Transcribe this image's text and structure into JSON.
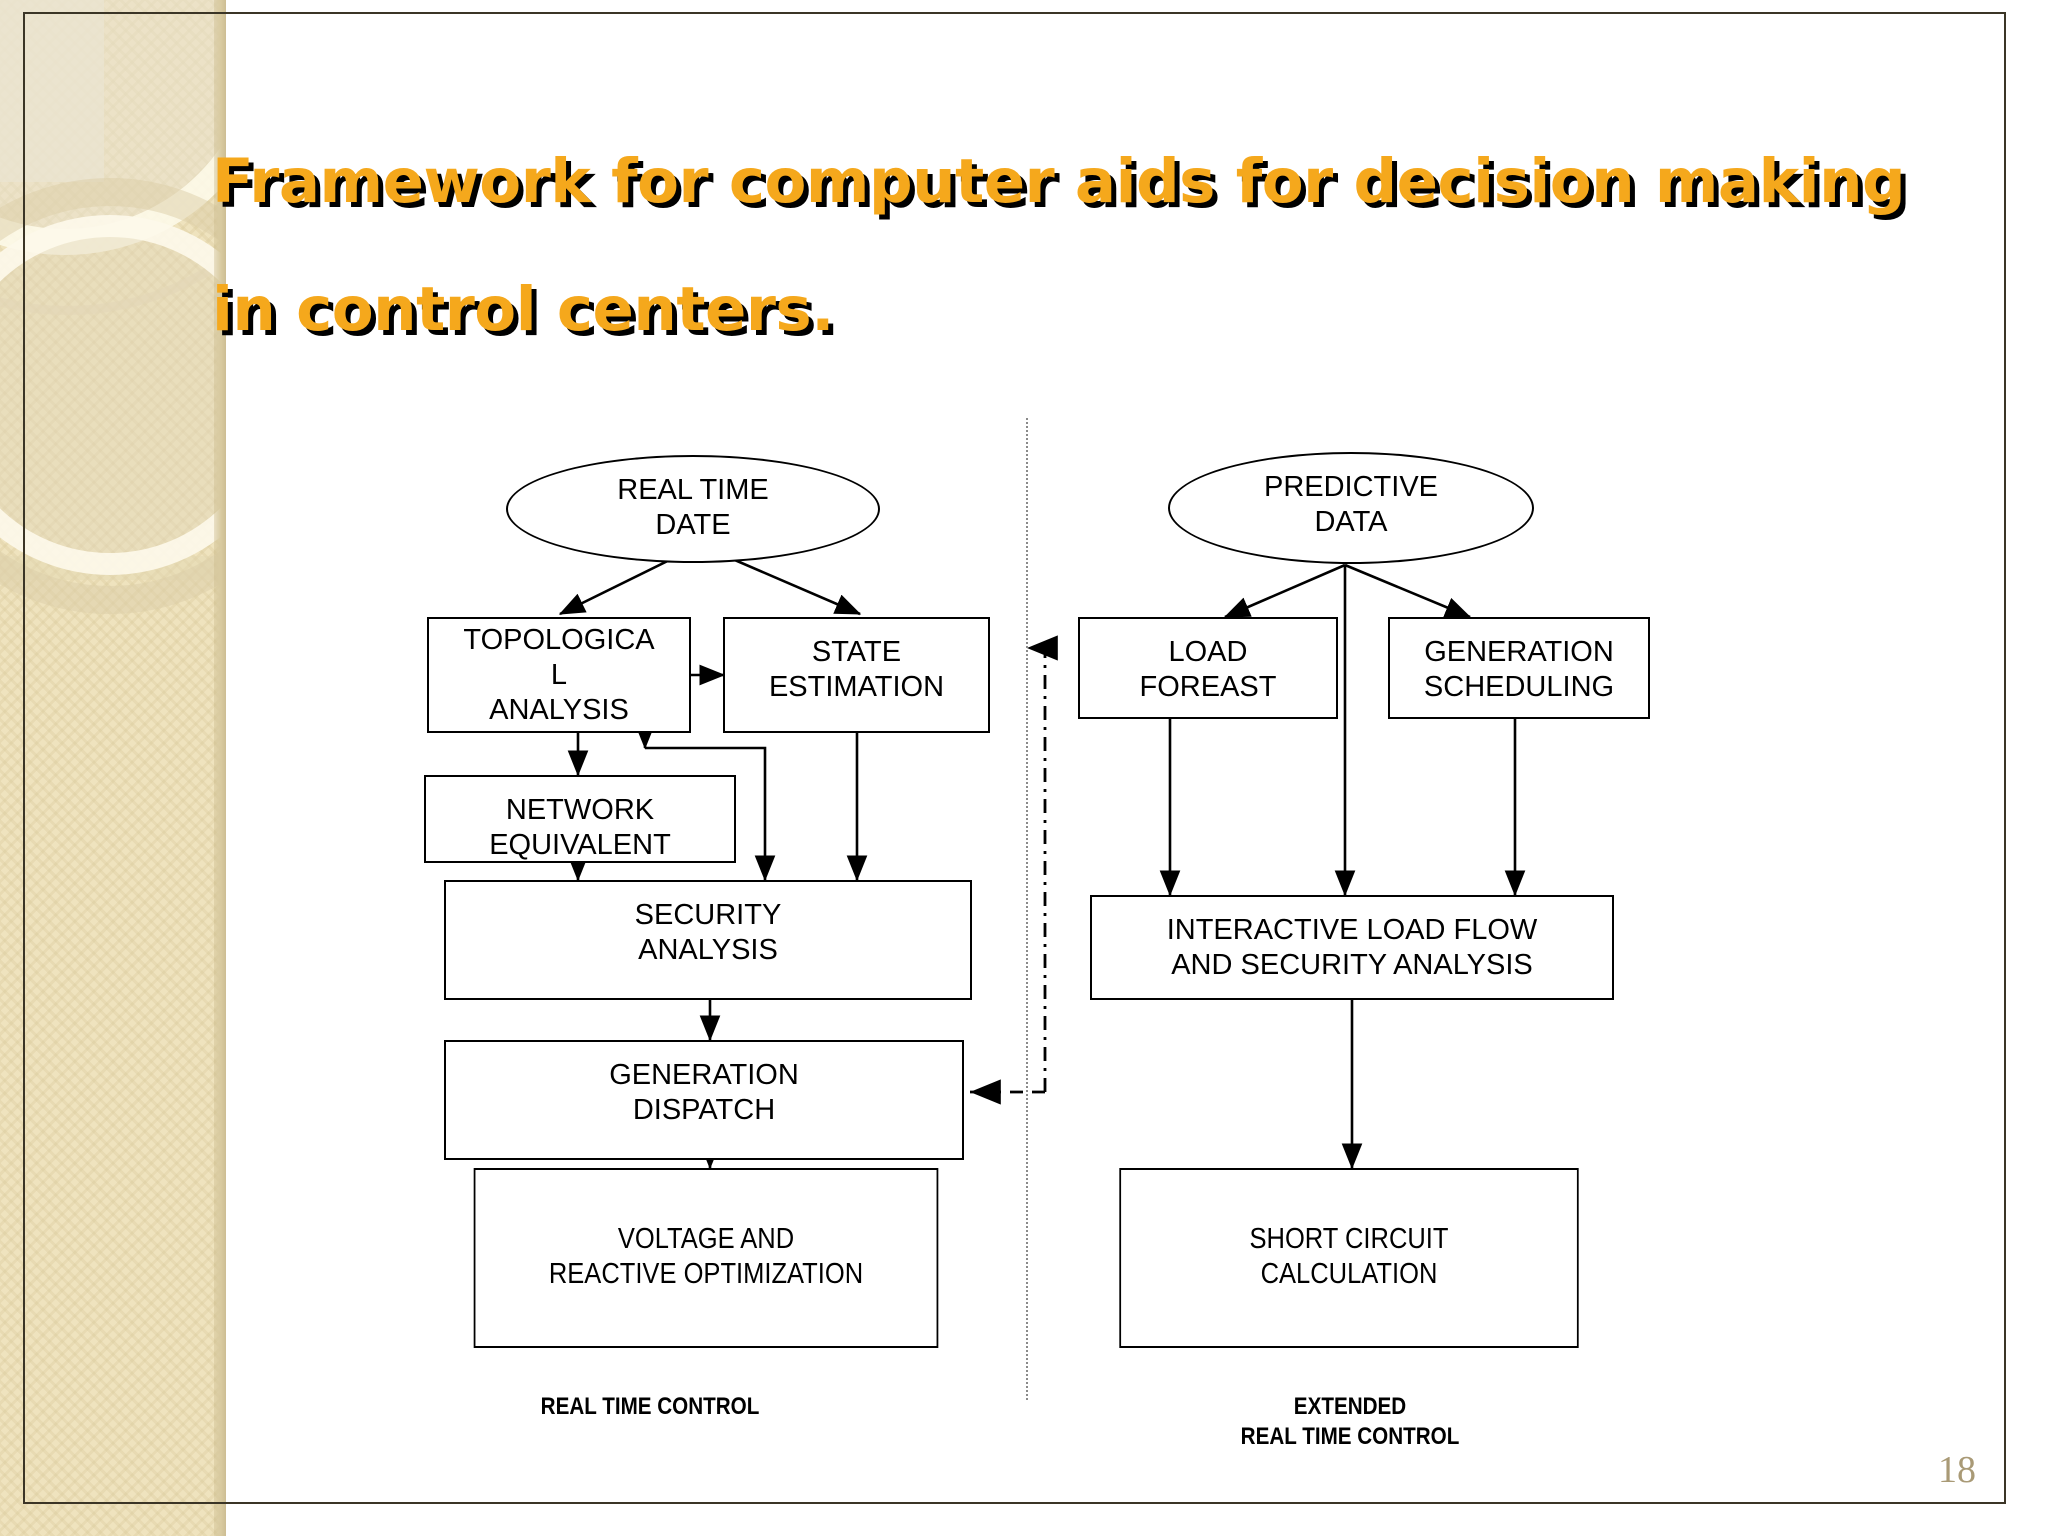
{
  "slide": {
    "title": "Framework for computer aids for decision making\nin control centers.",
    "page_number": "18",
    "title_color": "#f5a81c",
    "title_shadow_color": "#000000",
    "page_number_color": "#a99a76",
    "sidebar_color": "#efe3be",
    "frame_color": "#3b3526"
  },
  "diagram": {
    "type": "flowchart",
    "nodes": [
      {
        "id": "real-time-data",
        "label": "REAL TIME\nDATE",
        "shape": "ellipse"
      },
      {
        "id": "predictive-data",
        "label": "PREDICTIVE\nDATA",
        "shape": "ellipse"
      },
      {
        "id": "topological-analysis",
        "label": "TOPOLOGICA\nL\nANALYSIS",
        "shape": "rect"
      },
      {
        "id": "state-estimation",
        "label": "STATE\nESTIMATION",
        "shape": "rect"
      },
      {
        "id": "load-forecast",
        "label": "LOAD\nFOREAST",
        "shape": "rect"
      },
      {
        "id": "generation-scheduling",
        "label": "GENERATION\nSCHEDULING",
        "shape": "rect"
      },
      {
        "id": "network-equivalent",
        "label": "NETWORK\nEQUIVALENT",
        "shape": "rect"
      },
      {
        "id": "security-analysis",
        "label": "SECURITY\nANALYSIS",
        "shape": "rect"
      },
      {
        "id": "interactive-load-flow",
        "label": "INTERACTIVE LOAD FLOW\nAND SECURITY ANALYSIS",
        "shape": "rect"
      },
      {
        "id": "generation-dispatch",
        "label": "GENERATION\nDISPATCH",
        "shape": "rect"
      },
      {
        "id": "voltage-reactive",
        "label": "VOLTAGE AND\nREACTIVE OPTIMIZATION",
        "shape": "rect"
      },
      {
        "id": "short-circuit",
        "label": "SHORT CIRCUIT\nCALCULATION",
        "shape": "rect"
      }
    ],
    "captions": {
      "left": "REAL TIME CONTROL",
      "right": "EXTENDED\nREAL TIME CONTROL"
    },
    "edges": [
      {
        "from": "real-time-data",
        "to": "topological-analysis",
        "style": "solid"
      },
      {
        "from": "real-time-data",
        "to": "state-estimation",
        "style": "solid"
      },
      {
        "from": "topological-analysis",
        "to": "state-estimation",
        "style": "solid"
      },
      {
        "from": "topological-analysis",
        "to": "network-equivalent",
        "style": "solid"
      },
      {
        "from": "topological-analysis",
        "to": "security-analysis",
        "style": "solid"
      },
      {
        "from": "network-equivalent",
        "to": "security-analysis",
        "style": "solid"
      },
      {
        "from": "state-estimation",
        "to": "security-analysis",
        "style": "solid"
      },
      {
        "from": "security-analysis",
        "to": "generation-dispatch",
        "style": "solid"
      },
      {
        "from": "generation-dispatch",
        "to": "voltage-reactive",
        "style": "solid"
      },
      {
        "from": "predictive-data",
        "to": "load-forecast",
        "style": "solid"
      },
      {
        "from": "predictive-data",
        "to": "interactive-load-flow",
        "style": "solid"
      },
      {
        "from": "predictive-data",
        "to": "generation-scheduling",
        "style": "solid"
      },
      {
        "from": "load-forecast",
        "to": "interactive-load-flow",
        "style": "solid"
      },
      {
        "from": "generation-scheduling",
        "to": "interactive-load-flow",
        "style": "solid"
      },
      {
        "from": "interactive-load-flow",
        "to": "short-circuit",
        "style": "solid"
      },
      {
        "from": "generation-dispatch",
        "to": "load-forecast",
        "style": "dash-dot"
      },
      {
        "from": "load-forecast",
        "to": "generation-dispatch",
        "style": "dashed"
      }
    ]
  }
}
